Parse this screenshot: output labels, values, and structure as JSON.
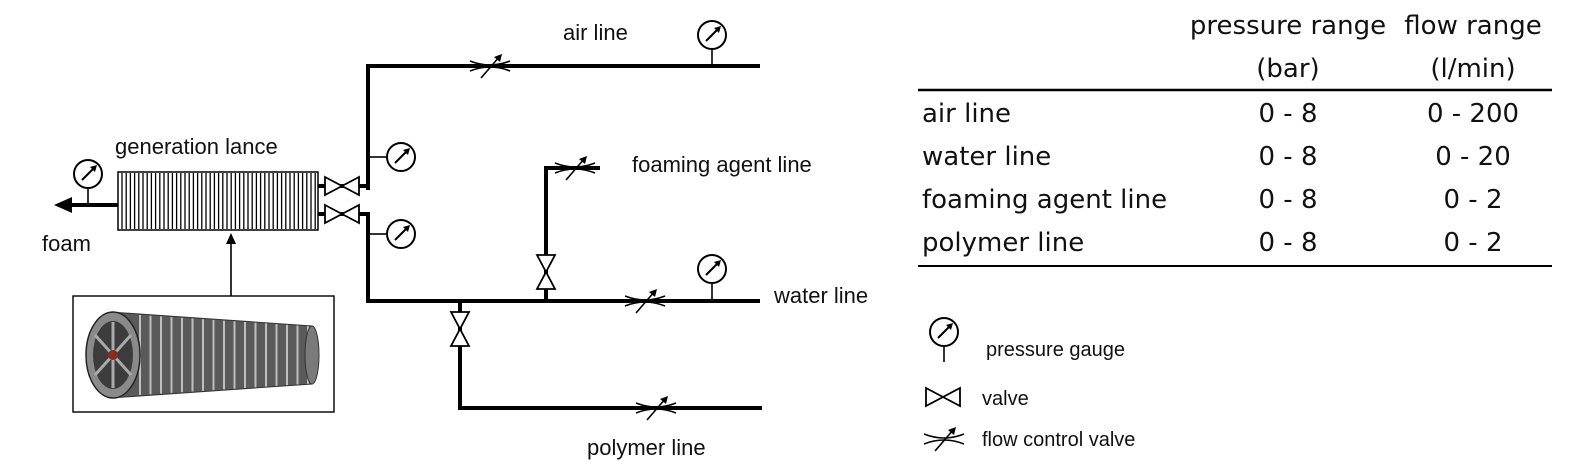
{
  "diagram": {
    "labels": {
      "generation_lance": "generation lance",
      "foam": "foam",
      "air_line": "air line",
      "foaming_agent_line": "foaming agent line",
      "water_line": "water line",
      "polymer_line": "polymer line"
    },
    "table": {
      "headers": {
        "col1_line1": "pressure range",
        "col1_line2": "(bar)",
        "col2_line1": "flow range",
        "col2_line2": "(l/min)"
      },
      "rows": [
        {
          "name": "air line",
          "pressure": "0 - 8",
          "flow": "0 - 200"
        },
        {
          "name": "water line",
          "pressure": "0 - 8",
          "flow": "0 - 20"
        },
        {
          "name": "foaming agent line",
          "pressure": "0 - 8",
          "flow": "0 - 2"
        },
        {
          "name": "polymer line",
          "pressure": "0 - 8",
          "flow": "0 - 2"
        }
      ]
    },
    "legend": {
      "pressure_gauge": "pressure gauge",
      "valve": "valve",
      "flow_control_valve": "flow control valve"
    }
  }
}
